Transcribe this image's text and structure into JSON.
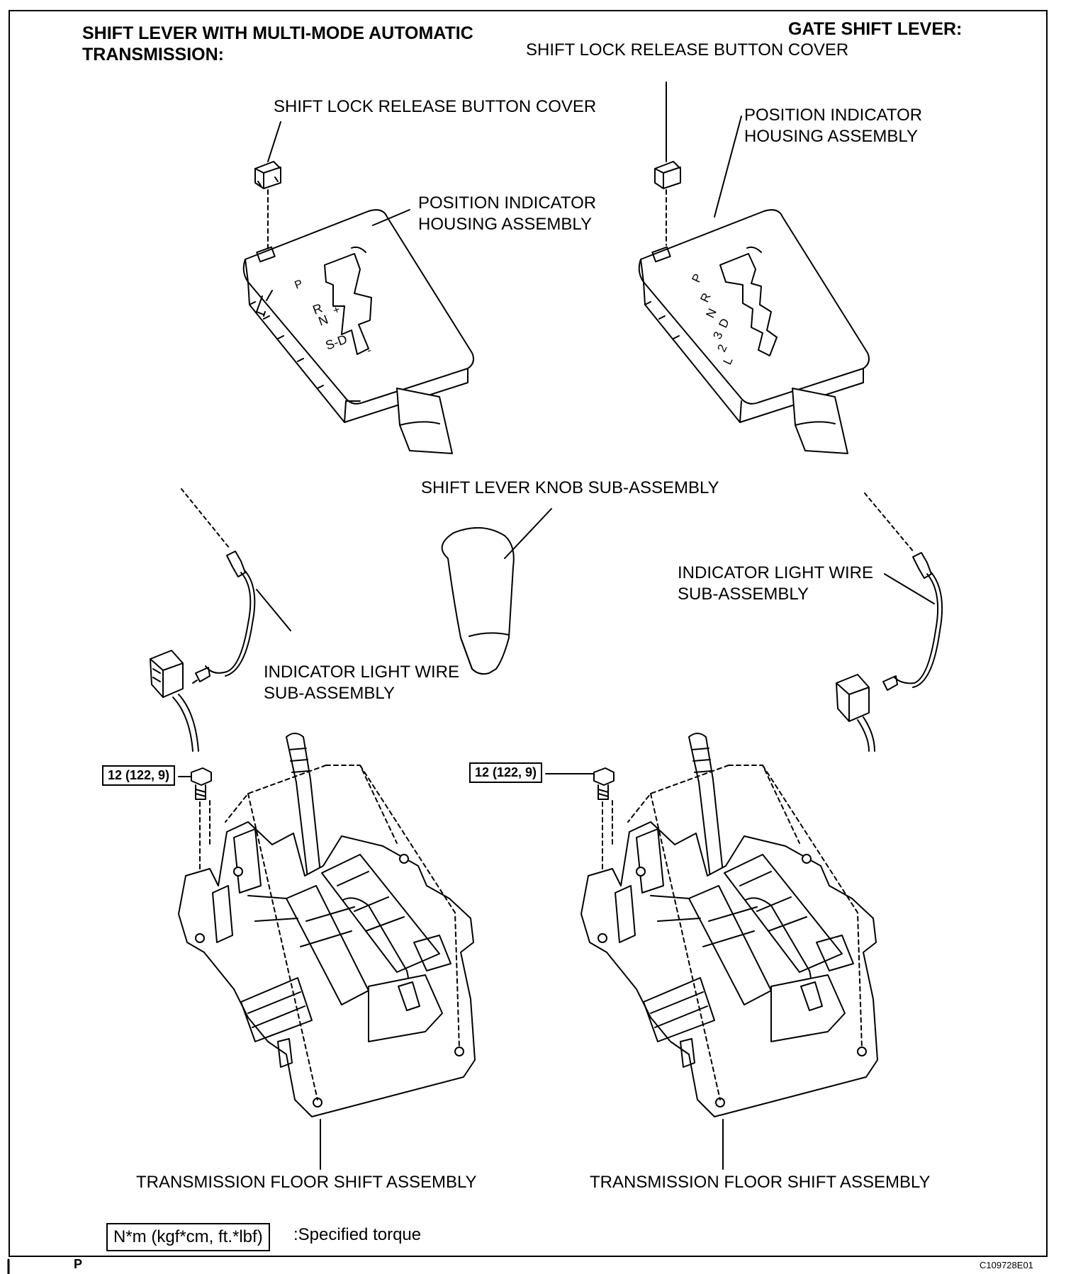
{
  "headers": {
    "left_line1": "SHIFT LEVER WITH MULTI-MODE AUTOMATIC",
    "left_line2": "TRANSMISSION:",
    "right": "GATE SHIFT LEVER:"
  },
  "labels": {
    "right_cover": "SHIFT LOCK RELEASE BUTTON COVER",
    "left_cover": "SHIFT LOCK RELEASE BUTTON COVER",
    "right_housing_1": "POSITION INDICATOR",
    "right_housing_2": "HOUSING ASSEMBLY",
    "left_housing_1": "POSITION INDICATOR",
    "left_housing_2": "HOUSING ASSEMBLY",
    "knob": "SHIFT LEVER KNOB SUB-ASSEMBLY",
    "right_wire_1": "INDICATOR LIGHT WIRE",
    "right_wire_2": "SUB-ASSEMBLY",
    "left_wire_1": "INDICATOR LIGHT WIRE",
    "left_wire_2": "SUB-ASSEMBLY",
    "left_floor": "TRANSMISSION FLOOR SHIFT ASSEMBLY",
    "right_floor": "TRANSMISSION FLOOR SHIFT ASSEMBLY"
  },
  "torque": {
    "left": "12 (122, 9)",
    "right": "12 (122, 9)"
  },
  "legend": {
    "unit": "N*m (kgf*cm, ft.*lbf)",
    "description": ":Specified torque"
  },
  "gate_letters_left": [
    "P",
    "R",
    "N",
    "+",
    "S-D",
    "-"
  ],
  "gate_letters_right": [
    "P",
    "R",
    "N",
    "D",
    "3",
    "2",
    "L"
  ],
  "footer": {
    "page_mark": "P",
    "figure_code": "C109728E01"
  }
}
